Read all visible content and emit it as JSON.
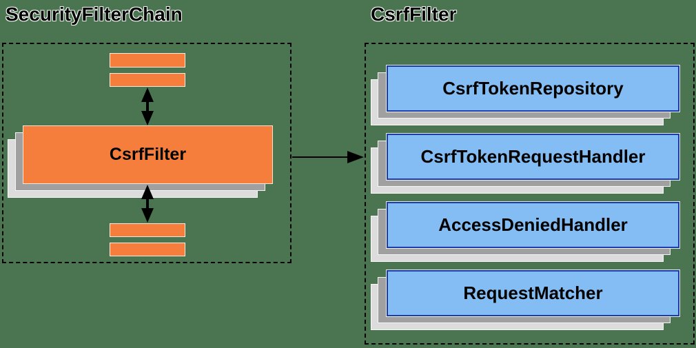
{
  "diagram": {
    "left_panel": {
      "title": "SecurityFilterChain",
      "main_box": "CsrfFilter"
    },
    "right_panel": {
      "title": "CsrfFilter",
      "boxes": [
        "CsrfTokenRepository",
        "CsrfTokenRequestHandler",
        "AccessDeniedHandler",
        "RequestMatcher"
      ]
    },
    "colors": {
      "background": "#4b7550",
      "orange": "#f57e3c",
      "blue": "#84bdf3",
      "blue_border": "#1d3ca8",
      "shadow_mid": "#a0a0a0",
      "shadow_light": "#dcdcdc",
      "line": "#000000"
    }
  }
}
